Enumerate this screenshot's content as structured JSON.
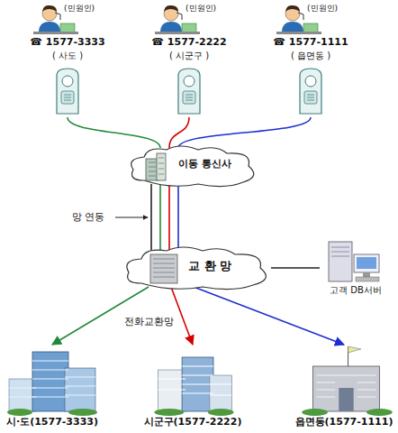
{
  "diagram": {
    "nodes": [
      {
        "text": [
          "(민원인)",
          "☎ 1577-3333",
          "( 사도 )"
        ]
      },
      {
        "text": [
          "(민원인)",
          "☎ 1577-2222",
          "( 시군구 )"
        ]
      },
      {
        "text": [
          "(민원인)",
          "☎ 1577-1111",
          "( 읍면동 )"
        ]
      },
      {
        "text": [
          "이동 통신사"
        ]
      },
      {
        "text": [
          "교 환 망"
        ]
      },
      {
        "text": [
          "고객 DB서버"
        ]
      },
      {
        "text": [
          "시·도(1577-3333)"
        ]
      },
      {
        "text": [
          "시군구(1577-2222)"
        ]
      },
      {
        "text": [
          "읍면동(1577-1111)"
        ]
      }
    ],
    "edges": [
      {
        "from": 0,
        "to": 3,
        "arrow": "none"
      },
      {
        "from": 1,
        "to": 3,
        "arrow": "none"
      },
      {
        "from": 2,
        "to": 3,
        "arrow": "none"
      },
      {
        "from": 3,
        "to": 4,
        "arrow": "none"
      },
      {
        "from": 4,
        "to": 6,
        "arrow": "to"
      },
      {
        "from": 4,
        "to": 7,
        "arrow": "to"
      },
      {
        "from": 4,
        "to": 8,
        "arrow": "to"
      },
      {
        "from": 4,
        "to": 5,
        "arrow": "none"
      }
    ],
    "labels": [
      "망 연동",
      "전화교환망"
    ]
  }
}
